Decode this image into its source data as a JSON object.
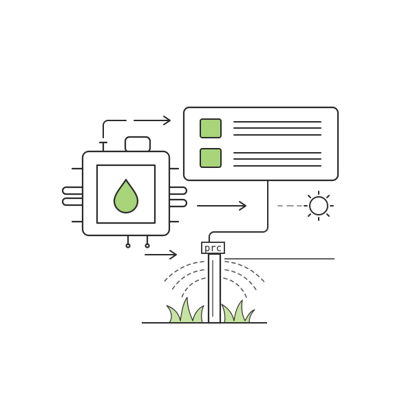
{
  "sprinkler_label": "prc",
  "colors": {
    "ink": "#2b2b2b",
    "green_fill": "#a8d47a",
    "green_stroke": "#6fae45",
    "grass": "#c7e3a2",
    "spray": "#555555"
  },
  "icons": {
    "controller": "microchip-icon",
    "moisture": "water-drop-icon",
    "panel": "checklist-panel-icon",
    "weather": "sun-icon",
    "sprinkler": "sprinkler-icon",
    "plants": "grass-icon"
  },
  "panel_rows": [
    {
      "checked": true,
      "lines": 3
    },
    {
      "checked": true,
      "lines": 3
    }
  ]
}
